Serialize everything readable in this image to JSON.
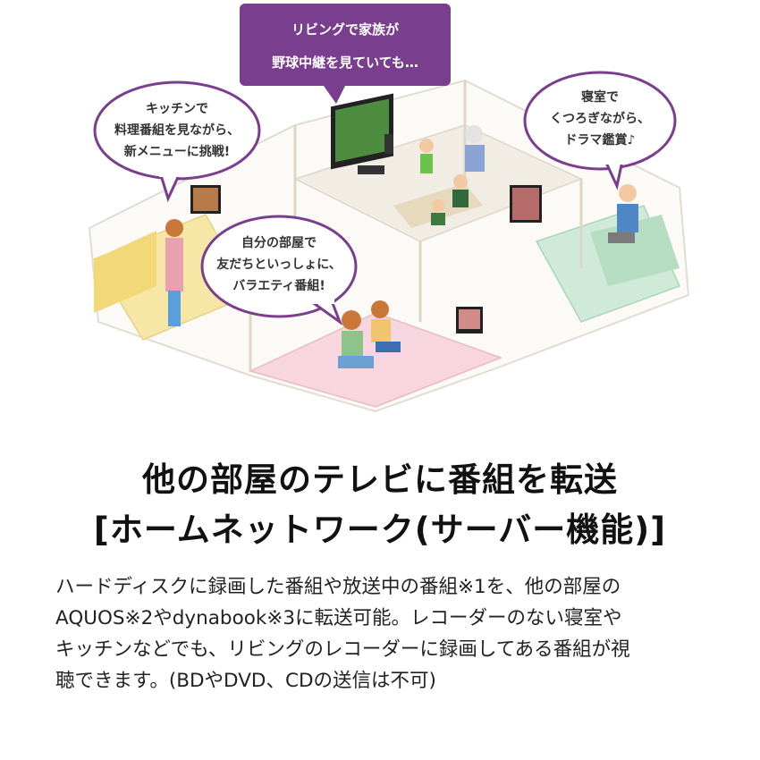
{
  "bubbles": {
    "living": {
      "line1": "リビングで家族が",
      "line2": "野球中継を見ていても…"
    },
    "kitchen": {
      "line1": "キッチンで",
      "line2": "料理番組を見ながら、",
      "line3": "新メニューに挑戦!"
    },
    "bedroom": {
      "line1": "寝室で",
      "line2": "くつろぎながら、",
      "line3": "ドラマ鑑賞♪"
    },
    "kids_room": {
      "line1": "自分の部屋で",
      "line2": "友だちといっしょに、",
      "line3": "バラエティ番組!"
    }
  },
  "headline": {
    "line1": "他の部屋のテレビに番組を転送",
    "line2": "[ホームネットワーク(サーバー機能)]"
  },
  "description": {
    "lines": [
      "ハードディスクに録画した番組や放送中の番組※1を、他の部屋の",
      "AQUOS※2やdynabook※3に転送可能。レコーダーのない寝室や",
      "キッチンなどでも、リビングのレコーダーに録画してある番組が視",
      "聴できます。(BDやDVD、CDの送信は不可)"
    ]
  },
  "colors": {
    "bubble_purple": "#7a3e8e",
    "bubble_border": "#7a3e8e",
    "kitchen_floor": "#f7e7a6",
    "kids_floor": "#f8d6e0",
    "bedroom_floor": "#cfead8",
    "living_floor": "#f1ede4"
  }
}
